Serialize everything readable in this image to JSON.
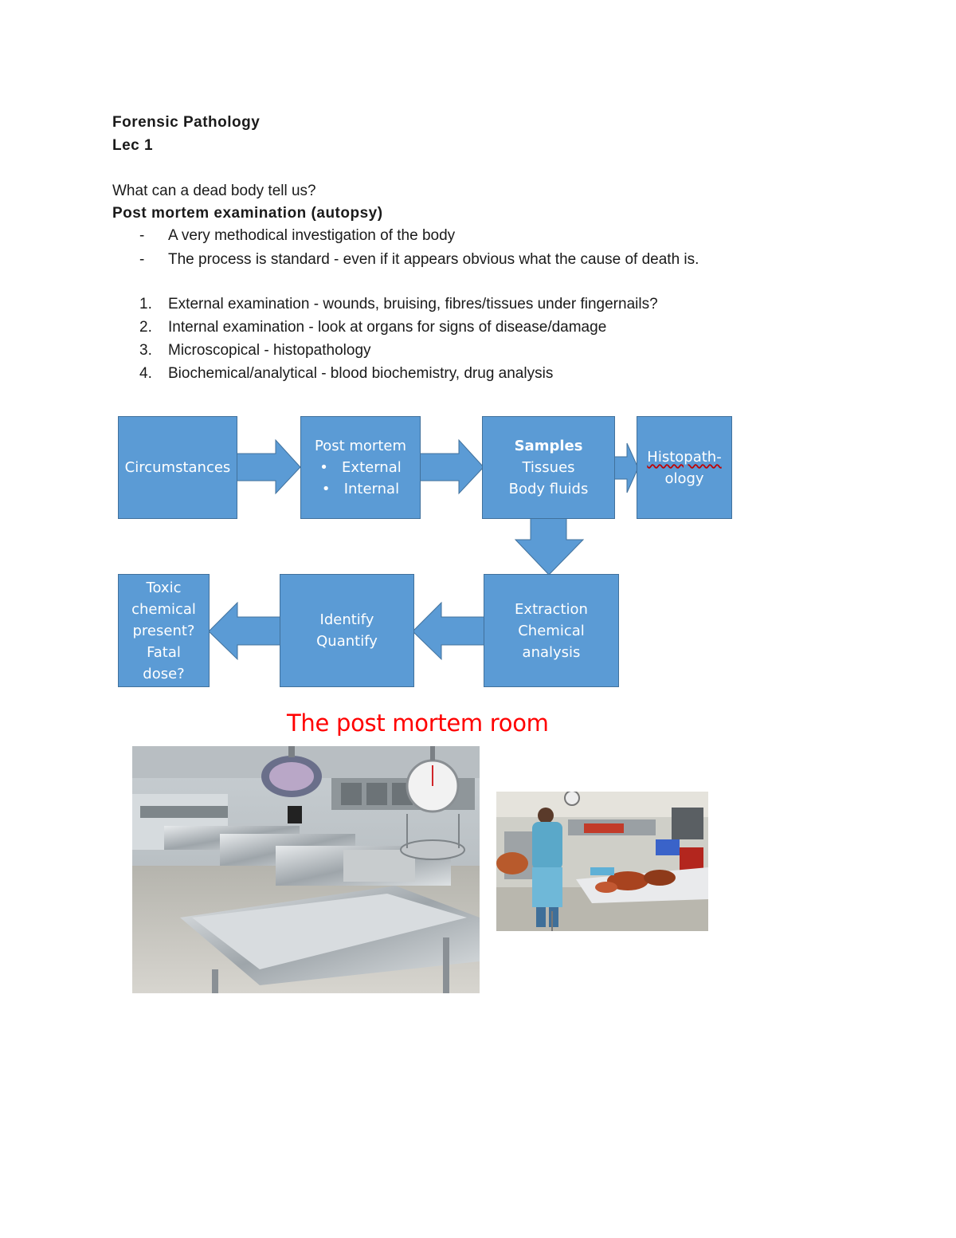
{
  "header": {
    "title": "Forensic Pathology",
    "lecture": "Lec 1"
  },
  "intro": {
    "question": "What can a dead body tell us?",
    "heading": "Post mortem examination (autopsy)"
  },
  "bullets": [
    {
      "marker": "-",
      "text": "A very methodical investigation of the body"
    },
    {
      "marker": "-",
      "text": "The process is standard - even if it appears obvious what the cause of death is."
    }
  ],
  "steps": [
    {
      "marker": "1.",
      "text": "External examination - wounds, bruising, fibres/tissues under fingernails?"
    },
    {
      "marker": "2.",
      "text": "Internal examination - look at organs for signs of disease/damage"
    },
    {
      "marker": "3.",
      "text": "Microscopical - histopathology"
    },
    {
      "marker": "4.",
      "text": "Biochemical/analytical - blood biochemistry, drug analysis"
    }
  ],
  "flowchart": {
    "circumstances": "Circumstances",
    "post_mortem": {
      "title": "Post mortem",
      "items": [
        "External",
        "Internal"
      ],
      "bullet": "•"
    },
    "samples": {
      "title": "Samples",
      "lines": [
        "Tissues",
        "Body fluids"
      ]
    },
    "histopathology": {
      "line1": "Histopath-",
      "line2": "ology"
    },
    "extraction": {
      "lines": [
        "Extraction",
        "Chemical",
        "analysis"
      ]
    },
    "identify": {
      "lines": [
        "Identify",
        "Quantify"
      ]
    },
    "toxic": {
      "lines": [
        "Toxic",
        "chemical",
        "present?",
        "Fatal",
        "dose?"
      ]
    },
    "color_fill": "#5b9bd5",
    "color_border": "#41719c"
  },
  "photos": {
    "caption": "The post mortem room",
    "caption_color": "#ff0000"
  }
}
